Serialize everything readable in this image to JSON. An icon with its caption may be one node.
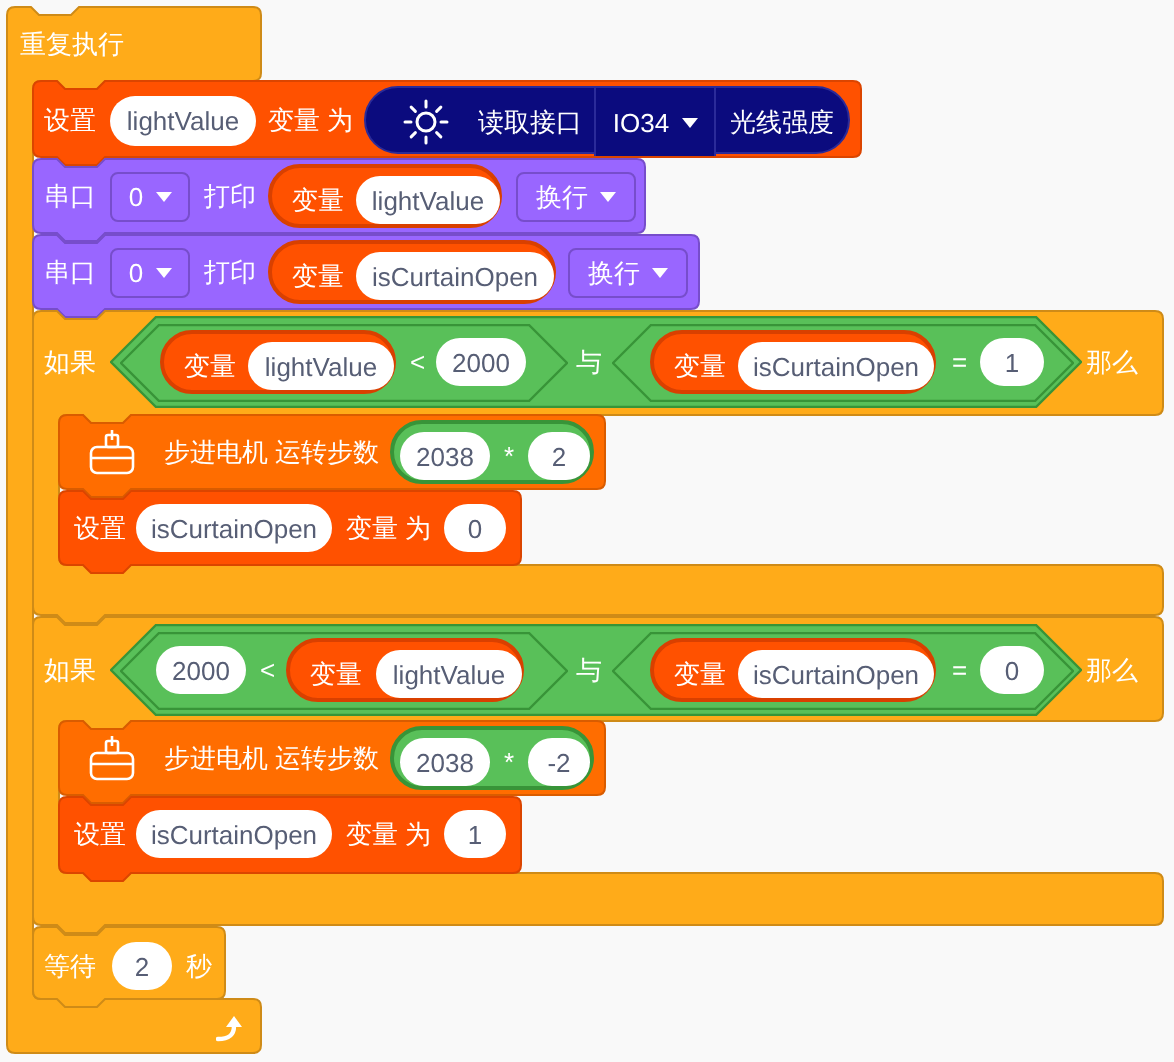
{
  "diagram": {
    "nodes": [
      {
        "text": [
          "重复执行"
        ]
      },
      {
        "text": [
          "设置",
          "变量 为"
        ]
      },
      {
        "text": [
          "lightValue"
        ],
        "in": 1
      },
      {
        "text": [
          "读取接口",
          "光线强度"
        ],
        "in": 1
      },
      {
        "text": [
          "IO34"
        ],
        "in": 3
      },
      {
        "text": [
          "串口",
          "打印"
        ]
      },
      {
        "text": [
          "0"
        ],
        "in": 5
      },
      {
        "text": [
          "变量"
        ],
        "in": 5
      },
      {
        "text": [
          "lightValue"
        ],
        "in": 7
      },
      {
        "text": [
          "换行"
        ],
        "in": 5
      },
      {
        "text": [
          "串口",
          "打印"
        ]
      },
      {
        "text": [
          "0"
        ],
        "in": 10
      },
      {
        "text": [
          "变量"
        ],
        "in": 10
      },
      {
        "text": [
          "isCurtainOpen"
        ],
        "in": 12
      },
      {
        "text": [
          "换行"
        ],
        "in": 10
      },
      {
        "text": [
          "如果",
          "那么"
        ]
      },
      {
        "text": [
          "与"
        ],
        "in": 15
      },
      {
        "text": [
          "<"
        ],
        "in": 16
      },
      {
        "text": [
          "变量"
        ],
        "in": 17
      },
      {
        "text": [
          "lightValue"
        ],
        "in": 18
      },
      {
        "text": [
          "2000"
        ],
        "in": 17
      },
      {
        "text": [
          "="
        ],
        "in": 16
      },
      {
        "text": [
          "变量"
        ],
        "in": 21
      },
      {
        "text": [
          "isCurtainOpen"
        ],
        "in": 22
      },
      {
        "text": [
          "1"
        ],
        "in": 21
      },
      {
        "text": [
          "步进电机 运转步数"
        ],
        "in": 15
      },
      {
        "text": [
          "*"
        ],
        "in": 25
      },
      {
        "text": [
          "2038"
        ],
        "in": 26
      },
      {
        "text": [
          "2"
        ],
        "in": 26
      },
      {
        "text": [
          "设置",
          "变量 为"
        ],
        "in": 15
      },
      {
        "text": [
          "isCurtainOpen"
        ],
        "in": 29
      },
      {
        "text": [
          "0"
        ],
        "in": 29
      },
      {
        "text": [
          "如果",
          "那么"
        ]
      },
      {
        "text": [
          "与"
        ],
        "in": 32
      },
      {
        "text": [
          "<"
        ],
        "in": 33
      },
      {
        "text": [
          "2000"
        ],
        "in": 34
      },
      {
        "text": [
          "变量"
        ],
        "in": 34
      },
      {
        "text": [
          "lightValue"
        ],
        "in": 36
      },
      {
        "text": [
          "="
        ],
        "in": 33
      },
      {
        "text": [
          "变量"
        ],
        "in": 38
      },
      {
        "text": [
          "isCurtainOpen"
        ],
        "in": 39
      },
      {
        "text": [
          "0"
        ],
        "in": 38
      },
      {
        "text": [
          "步进电机 运转步数"
        ],
        "in": 32
      },
      {
        "text": [
          "*"
        ],
        "in": 42
      },
      {
        "text": [
          "2038"
        ],
        "in": 43
      },
      {
        "text": [
          "-2"
        ],
        "in": 43
      },
      {
        "text": [
          "设置",
          "变量 为"
        ],
        "in": 32
      },
      {
        "text": [
          "isCurtainOpen"
        ],
        "in": 46
      },
      {
        "text": [
          "1"
        ],
        "in": 46
      },
      {
        "text": [
          "等待",
          "秒"
        ]
      },
      {
        "text": [
          "2"
        ],
        "in": 49
      }
    ]
  }
}
